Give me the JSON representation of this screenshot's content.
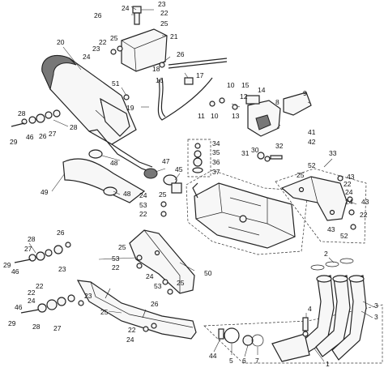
{
  "callouts": [
    {
      "id": "23a",
      "text": "23"
    },
    {
      "id": "24a",
      "text": "24"
    },
    {
      "id": "26a",
      "text": "26"
    },
    {
      "id": "22a",
      "text": "22"
    },
    {
      "id": "25a",
      "text": "25"
    },
    {
      "id": "20",
      "text": "20"
    },
    {
      "id": "21",
      "text": "21"
    },
    {
      "id": "22b",
      "text": "22"
    },
    {
      "id": "25b",
      "text": "25"
    },
    {
      "id": "23b",
      "text": "23"
    },
    {
      "id": "24b",
      "text": "24"
    },
    {
      "id": "26b",
      "text": "26"
    },
    {
      "id": "18",
      "text": "18"
    },
    {
      "id": "16",
      "text": "16"
    },
    {
      "id": "17",
      "text": "17"
    },
    {
      "id": "51",
      "text": "51"
    },
    {
      "id": "19",
      "text": "19"
    },
    {
      "id": "10a",
      "text": "10"
    },
    {
      "id": "15",
      "text": "15"
    },
    {
      "id": "14",
      "text": "14"
    },
    {
      "id": "12",
      "text": "12"
    },
    {
      "id": "9",
      "text": "9"
    },
    {
      "id": "8",
      "text": "8"
    },
    {
      "id": "11",
      "text": "11"
    },
    {
      "id": "10b",
      "text": "10"
    },
    {
      "id": "13",
      "text": "13"
    },
    {
      "id": "41",
      "text": "41"
    },
    {
      "id": "42",
      "text": "42"
    },
    {
      "id": "32",
      "text": "32"
    },
    {
      "id": "31",
      "text": "31"
    },
    {
      "id": "30",
      "text": "30"
    },
    {
      "id": "28a",
      "text": "28"
    },
    {
      "id": "29a",
      "text": "29"
    },
    {
      "id": "46a",
      "text": "46"
    },
    {
      "id": "26c",
      "text": "26"
    },
    {
      "id": "27a",
      "text": "27"
    },
    {
      "id": "28b",
      "text": "28"
    },
    {
      "id": "48a",
      "text": "48"
    },
    {
      "id": "34",
      "text": "34"
    },
    {
      "id": "35",
      "text": "35"
    },
    {
      "id": "36",
      "text": "36"
    },
    {
      "id": "37",
      "text": "37"
    },
    {
      "id": "33",
      "text": "33"
    },
    {
      "id": "52a",
      "text": "52"
    },
    {
      "id": "25c",
      "text": "25"
    },
    {
      "id": "43a",
      "text": "43"
    },
    {
      "id": "22c",
      "text": "22"
    },
    {
      "id": "24c",
      "text": "24"
    },
    {
      "id": "47",
      "text": "47"
    },
    {
      "id": "45",
      "text": "45"
    },
    {
      "id": "49",
      "text": "49"
    },
    {
      "id": "48b",
      "text": "48"
    },
    {
      "id": "24d",
      "text": "24"
    },
    {
      "id": "53a",
      "text": "53"
    },
    {
      "id": "22d",
      "text": "22"
    },
    {
      "id": "25d",
      "text": "25"
    },
    {
      "id": "24e",
      "text": "24"
    },
    {
      "id": "43b",
      "text": "43"
    },
    {
      "id": "22e",
      "text": "22"
    },
    {
      "id": "43c",
      "text": "43"
    },
    {
      "id": "52b",
      "text": "52"
    },
    {
      "id": "26d",
      "text": "26"
    },
    {
      "id": "28c",
      "text": "28"
    },
    {
      "id": "27b",
      "text": "27"
    },
    {
      "id": "29b",
      "text": "29"
    },
    {
      "id": "25e",
      "text": "25"
    },
    {
      "id": "53b",
      "text": "53"
    },
    {
      "id": "46b",
      "text": "46"
    },
    {
      "id": "22f",
      "text": "22"
    },
    {
      "id": "23c",
      "text": "23"
    },
    {
      "id": "50",
      "text": "50"
    },
    {
      "id": "2",
      "text": "2"
    },
    {
      "id": "22g",
      "text": "22"
    },
    {
      "id": "24f",
      "text": "24"
    },
    {
      "id": "53c",
      "text": "53"
    },
    {
      "id": "25f",
      "text": "25"
    },
    {
      "id": "22h",
      "text": "22"
    },
    {
      "id": "24g",
      "text": "24"
    },
    {
      "id": "23d",
      "text": "23"
    },
    {
      "id": "46c",
      "text": "46"
    },
    {
      "id": "29c",
      "text": "29"
    },
    {
      "id": "28d",
      "text": "28"
    },
    {
      "id": "27c",
      "text": "27"
    },
    {
      "id": "25g",
      "text": "25"
    },
    {
      "id": "26e",
      "text": "26"
    },
    {
      "id": "22i",
      "text": "22"
    },
    {
      "id": "24h",
      "text": "24"
    },
    {
      "id": "3a",
      "text": "3"
    },
    {
      "id": "3b",
      "text": "3"
    },
    {
      "id": "4",
      "text": "4"
    },
    {
      "id": "1",
      "text": "1"
    },
    {
      "id": "44",
      "text": "44"
    },
    {
      "id": "5",
      "text": "5"
    },
    {
      "id": "6",
      "text": "6"
    },
    {
      "id": "7",
      "text": "7"
    }
  ]
}
